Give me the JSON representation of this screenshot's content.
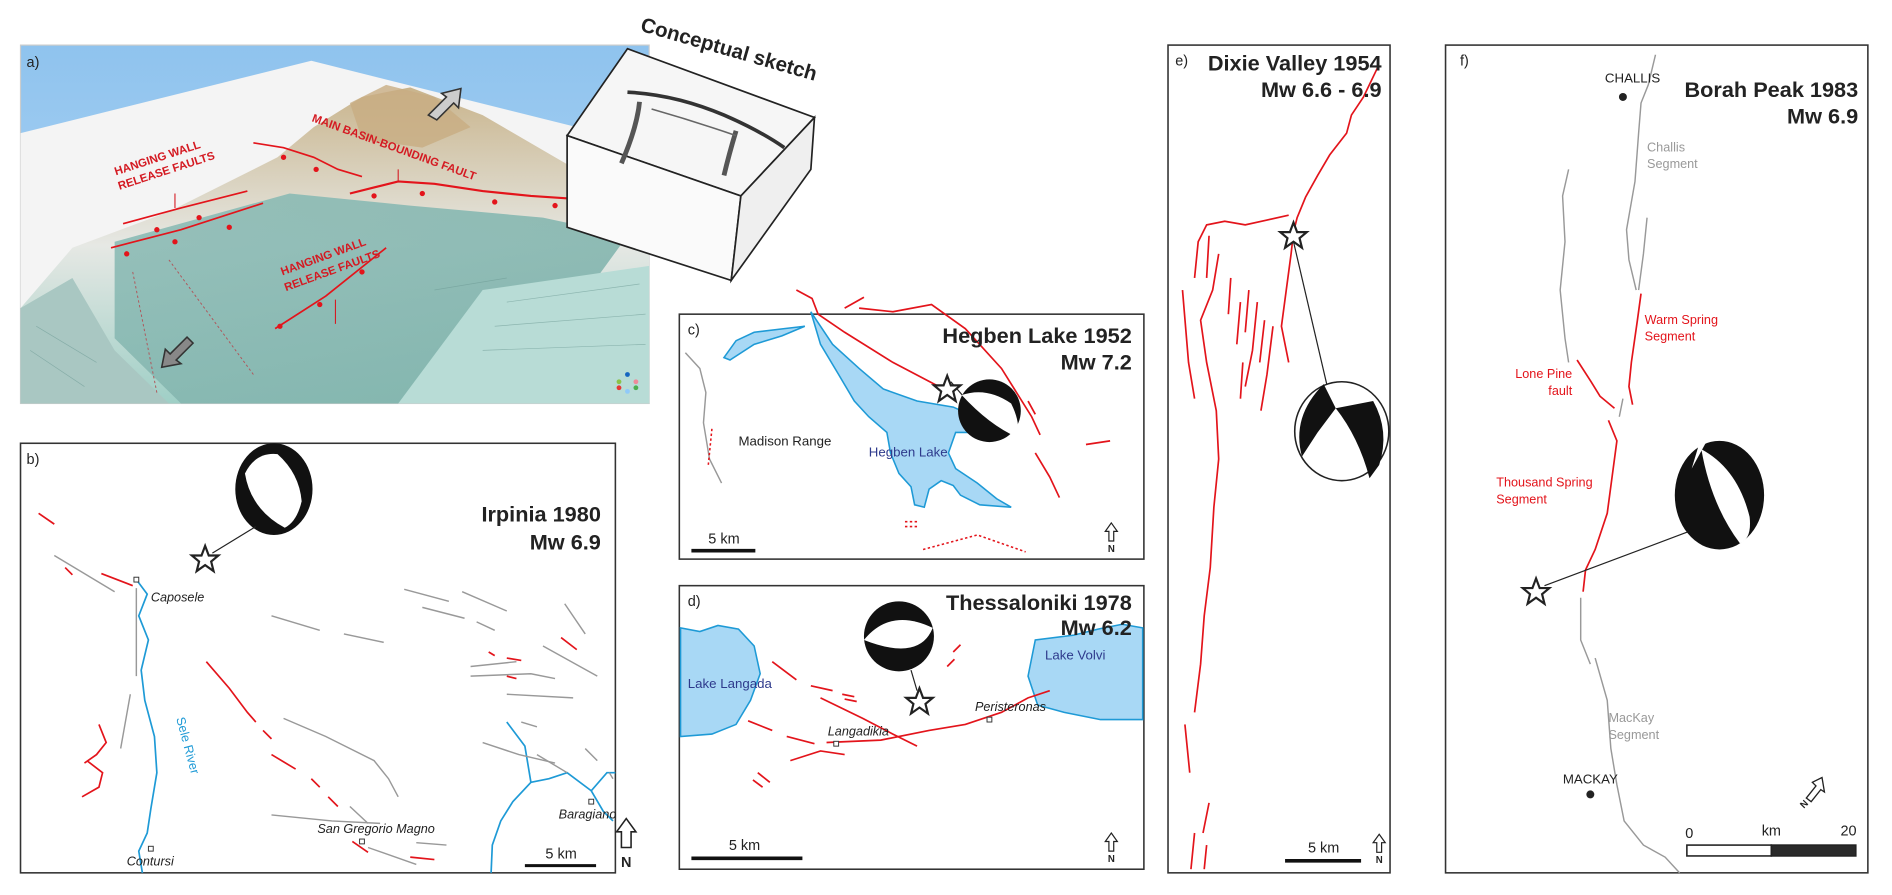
{
  "panel_a": {
    "label": "a)",
    "annotations": [
      "HANGING WALL",
      "RELEASE FAULTS",
      "MAIN BASIN-BOUNDING FAULT",
      "HANGING WALL",
      "RELEASE FAULTS"
    ],
    "sketch_title": "Conceptual sketch"
  },
  "panel_b": {
    "label": "b)",
    "title": "Irpinia 1980",
    "magnitude": "Mw 6.9",
    "places": [
      "Caposele",
      "Contursi",
      "San Gregorio Magno",
      "Baragiano"
    ],
    "river": "Sele River",
    "scale": "5 km",
    "north": "N"
  },
  "panel_c": {
    "label": "c)",
    "title": "Hegben Lake 1952",
    "magnitude": "Mw 7.2",
    "lake": "Hegben Lake",
    "range": "Madison Range",
    "scale": "5 km",
    "north": "N"
  },
  "panel_d": {
    "label": "d)",
    "title": "Thessaloniki 1978",
    "magnitude": "Mw 6.2",
    "lakes": [
      "Lake Langada",
      "Lake Volvi"
    ],
    "places": [
      "Peristeronas",
      "Langadikia"
    ],
    "scale": "5 km",
    "north": "N"
  },
  "panel_e": {
    "label": "e)",
    "title": "Dixie Valley 1954",
    "magnitude": "Mw 6.6 - 6.9",
    "scale": "5 km",
    "north": "N"
  },
  "panel_f": {
    "label": "f)",
    "title": "Borah Peak 1983",
    "magnitude": "Mw 6.9",
    "towns": [
      "CHALLIS",
      "MACKAY"
    ],
    "segments": {
      "challis": [
        "Challis",
        "Segment"
      ],
      "warm_spring": [
        "Warm Spring",
        "Segment"
      ],
      "lone_pine": [
        "Lone Pine",
        "fault"
      ],
      "thousand_spring": [
        "Thousand Spring",
        "Segment"
      ],
      "mackay": [
        "MacKay",
        "Segment"
      ]
    },
    "scale_start": "0",
    "scale_unit": "km",
    "scale_end": "20",
    "north": "N"
  },
  "colors": {
    "fault": "#e3141b",
    "water": "#a8d8f5",
    "river": "#1e9ad6",
    "inactive": "#999999"
  }
}
